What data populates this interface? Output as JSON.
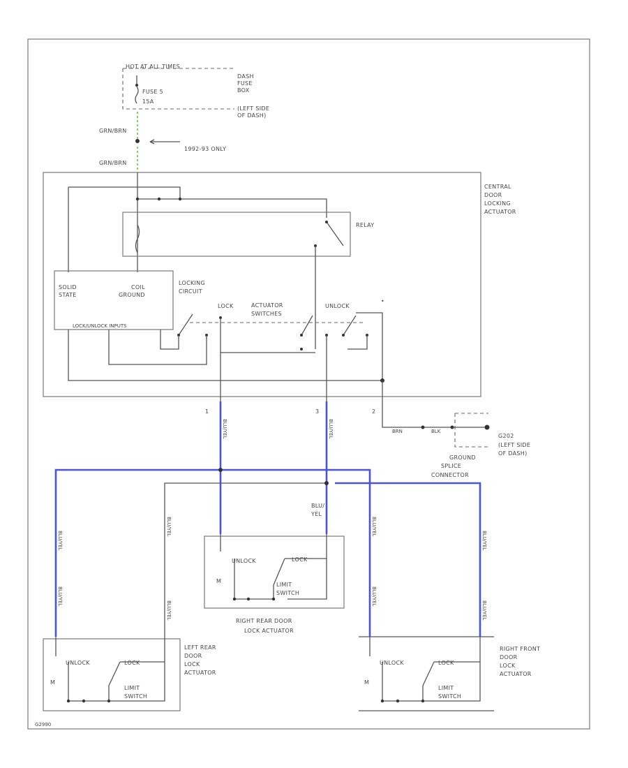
{
  "power": {
    "hot_at_all_times": "HOT AT ALL TIMES",
    "fuse": "FUSE 5",
    "fuse_rating": "15A",
    "fuse_box_note": [
      "DASH",
      "FUSE",
      "BOX",
      "(LEFT SIDE",
      "OF DASH)"
    ],
    "model_note": "1992-93 ONLY"
  },
  "wires": {
    "top_wire_1": "GRN/BRN",
    "top_wire_2": "GRN/BRN",
    "wire_pin_1": "BLU/YEL",
    "wire_pin_3": "BLU/YEL",
    "wire_left_outer": "BLU/YEL",
    "wire_left_outer_2": "BLU/YEL",
    "wire_left_inner": "BLU/YEL",
    "wire_left_inner_2": "BLU/YEL",
    "wire_right_inner": "BLU/YEL",
    "wire_right_inner_2": "BLU/YEL",
    "wire_right_outer": "BLU/YEL",
    "wire_right_outer_2": "BLU/YEL",
    "blu_yel_center": [
      "BLU/",
      "YEL"
    ],
    "gnd_wire_1": "BRN",
    "gnd_wire_2": "BLK"
  },
  "central_unit": {
    "title": [
      "CENTRAL",
      "DOOR",
      "LOCKING",
      "ACTUATOR"
    ],
    "relay": "RELAY",
    "solid_state": [
      "SOLID",
      "STATE"
    ],
    "coil_ground": [
      "COIL",
      "GROUND"
    ],
    "locking_circuit": [
      "LOCKING",
      "CIRCUIT"
    ],
    "lock_unlock_inputs": "LOCK/UNLOCK INPUTS",
    "lock": "LOCK",
    "actuator_switches": [
      "ACTUATOR",
      "SWITCHES"
    ],
    "unlock": "UNLOCK",
    "pins": [
      "1",
      "3",
      "2"
    ]
  },
  "ground": {
    "g202": "G202",
    "location": [
      "(LEFT SIDE",
      "OF DASH)"
    ],
    "splice": [
      "GROUND",
      "SPLICE",
      "CONNECTOR"
    ]
  },
  "actuators": {
    "right_rear": {
      "title": [
        "RIGHT REAR DOOR",
        "LOCK ACTUATOR"
      ],
      "unlock": "UNLOCK",
      "lock": "LOCK",
      "limit": [
        "LIMIT",
        "SWITCH"
      ]
    },
    "left_rear": {
      "title": [
        "LEFT REAR",
        "DOOR",
        "LOCK",
        "ACTUATOR"
      ],
      "unlock": "UNLOCK",
      "lock": "LOCK",
      "limit": [
        "LIMIT",
        "SWITCH"
      ]
    },
    "right_front": {
      "title": [
        "RIGHT FRONT",
        "DOOR",
        "LOCK",
        "ACTUATOR"
      ],
      "unlock": "UNLOCK",
      "lock": "LOCK",
      "limit": [
        "LIMIT",
        "SWITCH"
      ]
    }
  },
  "figure_id": "G2990"
}
